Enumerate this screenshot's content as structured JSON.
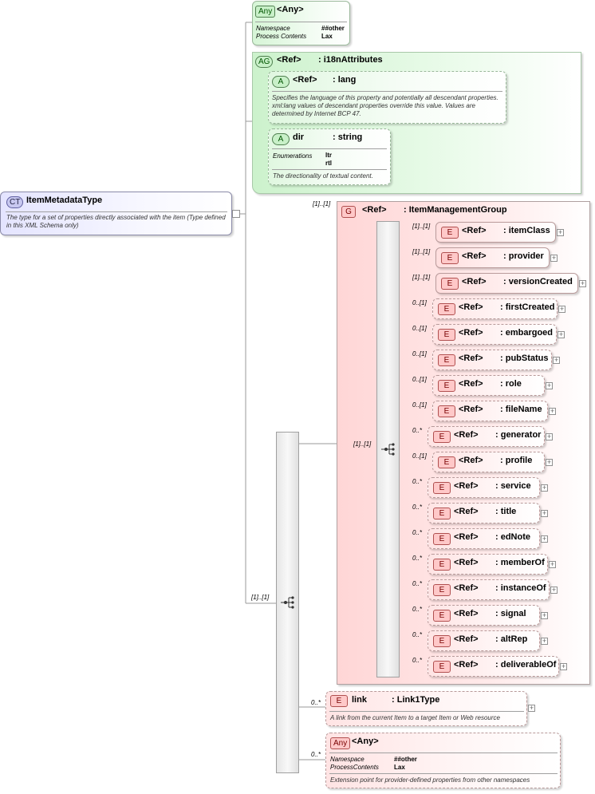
{
  "complex_type": {
    "badge": "CT",
    "name": "ItemMetadataType",
    "description": "The type for a set of properties directly associated with the item (Type defined in this XML Schema only)"
  },
  "any_top": {
    "badge": "Any",
    "name": "<Any>",
    "props": [
      {
        "label": "Namespace",
        "value": "##other"
      },
      {
        "label": "Process Contents",
        "value": "Lax"
      }
    ]
  },
  "attr_group": {
    "badge": "AG",
    "ref": "<Ref>",
    "name": ": i18nAttributes",
    "lang": {
      "badge": "A",
      "ref": "<Ref>",
      "name": ": lang",
      "description": "Specifies the language of this property and potentially all descendant properties. xml:lang values of descendant properties override this value. Values are determined by Internet BCP 47."
    },
    "dir": {
      "badge": "A",
      "name": "dir",
      "type": ": string",
      "enum_label": "Enumerations",
      "enum_values": [
        "ltr",
        "rtl"
      ],
      "description": "The directionality of textual content."
    }
  },
  "group": {
    "badge": "G",
    "ref": "<Ref>",
    "name": ": ItemManagementGroup",
    "cardinality": "[1]..[1]",
    "seq_cardinality": "[1]..[1]",
    "elements": [
      {
        "card": "[1]..[1]",
        "ref": "<Ref>",
        "name": ": itemClass"
      },
      {
        "card": "[1]..[1]",
        "ref": "<Ref>",
        "name": ": provider"
      },
      {
        "card": "[1]..[1]",
        "ref": "<Ref>",
        "name": ": versionCreated"
      },
      {
        "card": "0..[1]",
        "ref": "<Ref>",
        "name": ": firstCreated"
      },
      {
        "card": "0..[1]",
        "ref": "<Ref>",
        "name": ": embargoed"
      },
      {
        "card": "0..[1]",
        "ref": "<Ref>",
        "name": ": pubStatus"
      },
      {
        "card": "0..[1]",
        "ref": "<Ref>",
        "name": ": role"
      },
      {
        "card": "0..[1]",
        "ref": "<Ref>",
        "name": ": fileName"
      },
      {
        "card": "0..*",
        "ref": "<Ref>",
        "name": ": generator"
      },
      {
        "card": "0..[1]",
        "ref": "<Ref>",
        "name": ": profile"
      },
      {
        "card": "0..*",
        "ref": "<Ref>",
        "name": ": service"
      },
      {
        "card": "0..*",
        "ref": "<Ref>",
        "name": ": title"
      },
      {
        "card": "0..*",
        "ref": "<Ref>",
        "name": ": edNote"
      },
      {
        "card": "0..*",
        "ref": "<Ref>",
        "name": ": memberOf"
      },
      {
        "card": "0..*",
        "ref": "<Ref>",
        "name": ": instanceOf"
      },
      {
        "card": "0..*",
        "ref": "<Ref>",
        "name": ": signal"
      },
      {
        "card": "0..*",
        "ref": "<Ref>",
        "name": ": altRep"
      },
      {
        "card": "0..*",
        "ref": "<Ref>",
        "name": ": deliverableOf"
      }
    ],
    "element_badge": "E"
  },
  "outer_seq_cardinality": "[1]..[1]",
  "link": {
    "badge": "E",
    "card": "0..*",
    "name": "link",
    "type": ": Link1Type",
    "description": "A link from the current Item to a target Item or Web resource"
  },
  "any_bottom": {
    "badge": "Any",
    "card": "0..*",
    "name": "<Any>",
    "props": [
      {
        "label": "Namespace",
        "value": "##other"
      },
      {
        "label": "ProcessContents",
        "value": "Lax"
      }
    ],
    "description": "Extension point for provider-defined properties from other namespaces"
  }
}
